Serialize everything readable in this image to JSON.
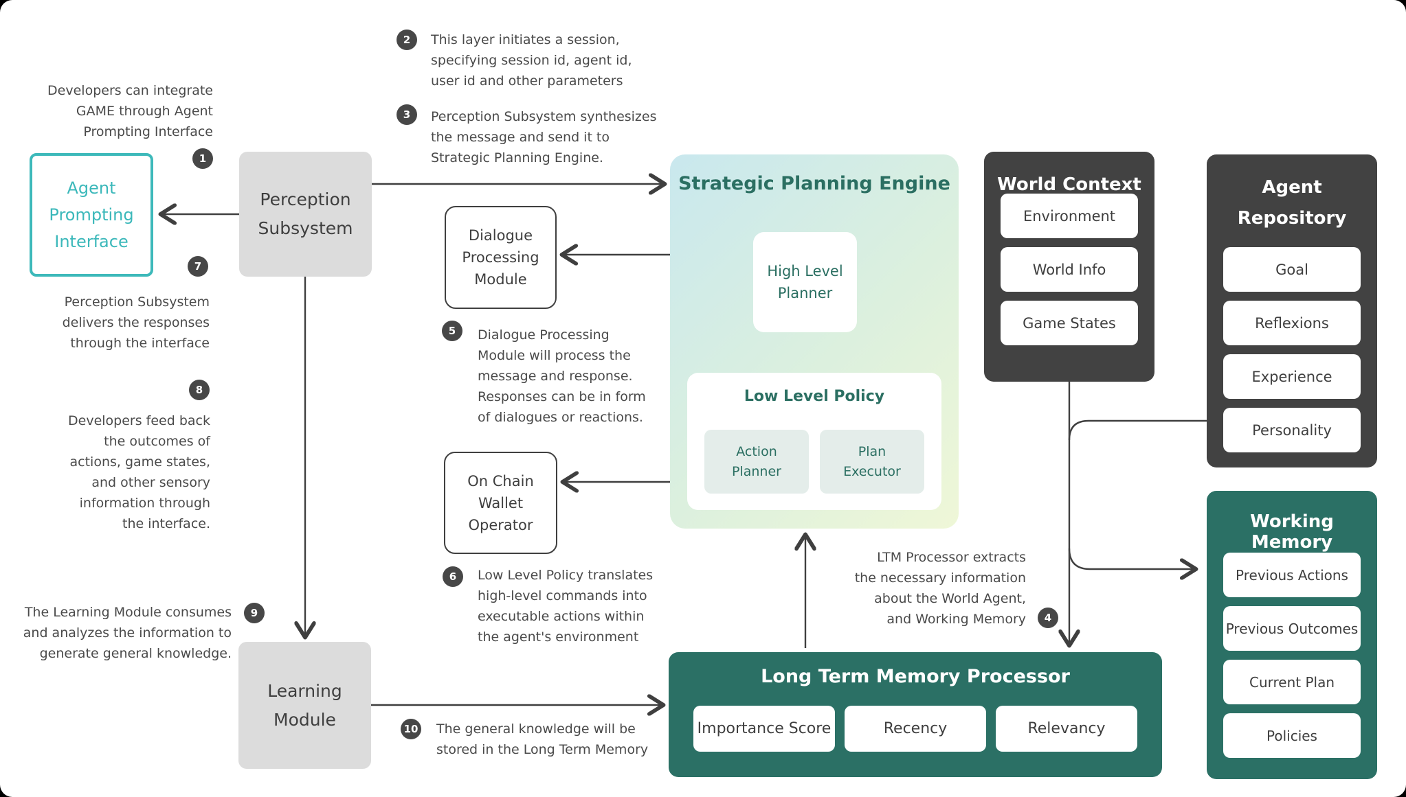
{
  "palette": {
    "accent_teal": "#3db9ba",
    "dark_teal_text": "#2b6f62",
    "teal_panel": "#2b7065",
    "dark_panel": "#424242",
    "gray_node": "#dcdcdc",
    "chip_green": "#e4edea",
    "connector_line": "#3f3f3f",
    "note_text": "#4a4a4a",
    "spe_gradient_start": "#c9e8ee",
    "spe_gradient_end": "#eff7d7"
  },
  "nodes": {
    "agent_prompting_interface": {
      "label": "Agent\nPrompting\nInterface"
    },
    "perception_subsystem": {
      "label": "Perception\nSubsystem"
    },
    "learning_module": {
      "label": "Learning\nModule"
    },
    "dialogue_processing_module": {
      "label": "Dialogue\nProcessing\nModule"
    },
    "on_chain_wallet_operator": {
      "label": "On Chain\nWallet\nOperator"
    },
    "strategic_planning_engine": {
      "title": "Strategic Planning Engine",
      "high_level_planner": "High Level\nPlanner",
      "low_level_policy": {
        "title": "Low Level Policy",
        "items": [
          "Action\nPlanner",
          "Plan\nExecutor"
        ]
      }
    },
    "world_context": {
      "title": "World Context",
      "items": [
        "Environment",
        "World Info",
        "Game States"
      ]
    },
    "agent_repository": {
      "title": "Agent\nRepository",
      "items": [
        "Goal",
        "Reflexions",
        "Experience",
        "Personality"
      ]
    },
    "working_memory": {
      "title": "Working Memory",
      "items": [
        "Previous Actions",
        "Previous Outcomes",
        "Current Plan",
        "Policies"
      ]
    },
    "long_term_memory_processor": {
      "title": "Long Term Memory Processor",
      "items": [
        "Importance Score",
        "Recency",
        "Relevancy"
      ]
    }
  },
  "annotations": [
    {
      "num": "1",
      "text": "Developers can integrate\nGAME through Agent\nPrompting Interface"
    },
    {
      "num": "2",
      "text": "This layer initiates a session,\nspecifying session id, agent id,\nuser id and other parameters"
    },
    {
      "num": "3",
      "text": "Perception Subsystem synthesizes\nthe message and send it to\nStrategic Planning Engine."
    },
    {
      "num": "4",
      "text": "LTM Processor extracts\nthe necessary information\nabout the World Agent,\nand Working Memory"
    },
    {
      "num": "5",
      "text": "Dialogue Processing\nModule will process the\nmessage and response.\nResponses can be in form\nof dialogues or reactions."
    },
    {
      "num": "6",
      "text": "Low Level Policy translates\nhigh-level commands into\nexecutable actions within\nthe agent's environment"
    },
    {
      "num": "7",
      "text": "Perception Subsystem\ndelivers the responses\nthrough the interface"
    },
    {
      "num": "8",
      "text": "Developers feed back\nthe outcomes of\nactions, game states,\nand other sensory\ninformation through\nthe interface."
    },
    {
      "num": "9",
      "text": "The Learning Module consumes\nand analyzes the information to\ngenerate general knowledge."
    },
    {
      "num": "10",
      "text": "The general knowledge will be\nstored in the Long Term Memory"
    }
  ]
}
